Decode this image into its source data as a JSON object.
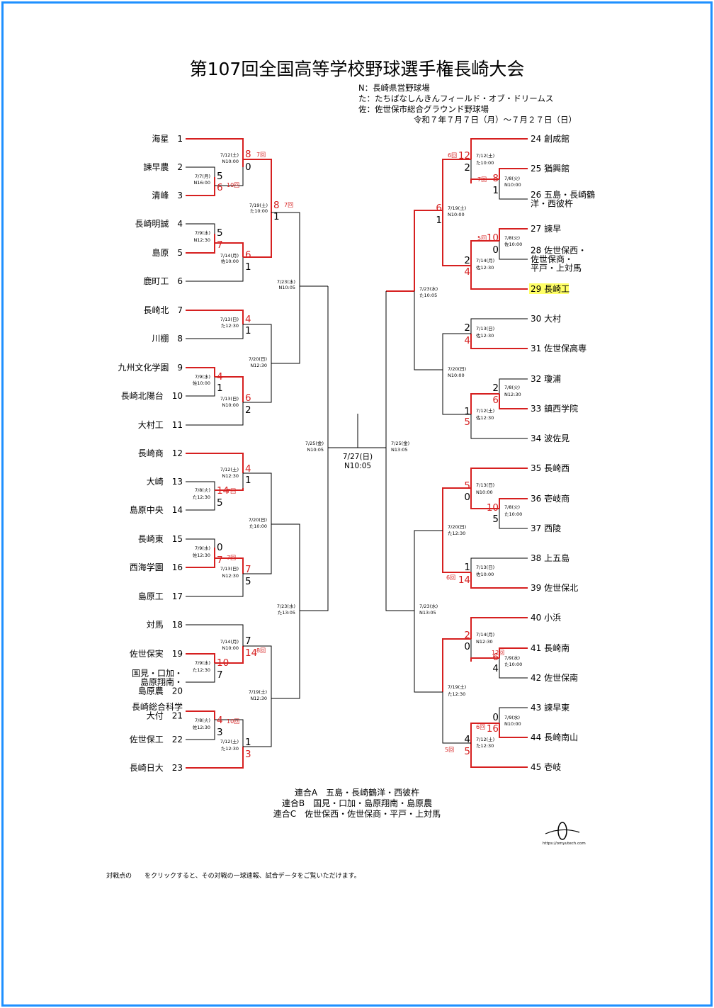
{
  "title": "第107回全国高等学校野球選手権長崎大会",
  "venues": [
    "N：長崎県営野球場",
    "た：たちばなしんきんフィールド・オブ・ドリームス",
    "佐：佐世保市総合グラウンド野球場"
  ],
  "period": "令和７年７月７日（月）～７月２７日（日）",
  "colors": {
    "win": "#d62020",
    "line": "#000000",
    "frame": "#1e90ff",
    "highlight": "#ffff66"
  },
  "left_teams": [
    {
      "no": "1",
      "name": "海星"
    },
    {
      "no": "2",
      "name": "諫早農"
    },
    {
      "no": "3",
      "name": "清峰"
    },
    {
      "no": "4",
      "name": "長崎明誠"
    },
    {
      "no": "5",
      "name": "島原"
    },
    {
      "no": "6",
      "name": "鹿町工"
    },
    {
      "no": "7",
      "name": "長崎北"
    },
    {
      "no": "8",
      "name": "川棚"
    },
    {
      "no": "9",
      "name": "九州文化学園"
    },
    {
      "no": "10",
      "name": "長崎北陽台"
    },
    {
      "no": "11",
      "name": "大村工"
    },
    {
      "no": "12",
      "name": "長崎商"
    },
    {
      "no": "13",
      "name": "大崎"
    },
    {
      "no": "14",
      "name": "島原中央"
    },
    {
      "no": "15",
      "name": "長崎東"
    },
    {
      "no": "16",
      "name": "西海学園"
    },
    {
      "no": "17",
      "name": "島原工"
    },
    {
      "no": "18",
      "name": "対馬"
    },
    {
      "no": "19",
      "name": "佐世保実"
    },
    {
      "no": "20",
      "name": "国見・口加・\n島原翔南・\n島原農"
    },
    {
      "no": "21",
      "name": "長崎総合科学\n大付"
    },
    {
      "no": "22",
      "name": "佐世保工"
    },
    {
      "no": "23",
      "name": "長崎日大"
    }
  ],
  "right_teams": [
    {
      "no": "24",
      "name": "創成館"
    },
    {
      "no": "25",
      "name": "猶興館"
    },
    {
      "no": "26",
      "name": "五島・長崎鶴\n洋・西彼杵"
    },
    {
      "no": "27",
      "name": "諫早"
    },
    {
      "no": "28",
      "name": "佐世保西・\n佐世保商・\n平戸・上対馬"
    },
    {
      "no": "29",
      "name": "長崎工"
    },
    {
      "no": "30",
      "name": "大村"
    },
    {
      "no": "31",
      "name": "佐世保高専"
    },
    {
      "no": "32",
      "name": "瓊浦"
    },
    {
      "no": "33",
      "name": "鎮西学院"
    },
    {
      "no": "34",
      "name": "波佐見"
    },
    {
      "no": "35",
      "name": "長崎西"
    },
    {
      "no": "36",
      "name": "壱岐商"
    },
    {
      "no": "37",
      "name": "西陵"
    },
    {
      "no": "38",
      "name": "上五島"
    },
    {
      "no": "39",
      "name": "佐世保北"
    },
    {
      "no": "40",
      "name": "小浜"
    },
    {
      "no": "41",
      "name": "長崎南"
    },
    {
      "no": "42",
      "name": "佐世保南"
    },
    {
      "no": "43",
      "name": "諫早東"
    },
    {
      "no": "44",
      "name": "長崎南山"
    },
    {
      "no": "45",
      "name": "壱岐"
    }
  ],
  "scores": [
    {
      "v": "8",
      "w": true
    },
    {
      "v": "0",
      "w": false
    },
    {
      "v": "5",
      "w": false
    },
    {
      "v": "6",
      "w": true
    },
    {
      "v": "8",
      "w": true
    },
    {
      "v": "1",
      "w": false
    },
    {
      "v": "5",
      "w": false
    },
    {
      "v": "7",
      "w": true
    },
    {
      "v": "6",
      "w": true
    },
    {
      "v": "1",
      "w": false
    },
    {
      "v": "4",
      "w": true
    },
    {
      "v": "1",
      "w": false
    },
    {
      "v": "4",
      "w": true
    },
    {
      "v": "1",
      "w": false
    },
    {
      "v": "6",
      "w": true
    },
    {
      "v": "2",
      "w": false
    },
    {
      "v": "4",
      "w": true
    },
    {
      "v": "1",
      "w": false
    },
    {
      "v": "14",
      "w": true
    },
    {
      "v": "5",
      "w": false
    },
    {
      "v": "0",
      "w": false
    },
    {
      "v": "7",
      "w": true
    },
    {
      "v": "7",
      "w": true
    },
    {
      "v": "5",
      "w": false
    },
    {
      "v": "7",
      "w": false
    },
    {
      "v": "14",
      "w": true
    },
    {
      "v": "10",
      "w": true
    },
    {
      "v": "7",
      "w": false
    },
    {
      "v": "4",
      "w": true
    },
    {
      "v": "3",
      "w": false
    },
    {
      "v": "1",
      "w": false
    },
    {
      "v": "3",
      "w": true
    },
    {
      "v": "6",
      "w": true
    },
    {
      "v": "1",
      "w": false
    },
    {
      "v": "12",
      "w": true
    },
    {
      "v": "2",
      "w": false
    },
    {
      "v": "8",
      "w": true
    },
    {
      "v": "1",
      "w": false
    },
    {
      "v": "10",
      "w": true
    },
    {
      "v": "0",
      "w": false
    },
    {
      "v": "2",
      "w": false
    },
    {
      "v": "4",
      "w": true
    },
    {
      "v": "2",
      "w": false
    },
    {
      "v": "4",
      "w": true
    },
    {
      "v": "2",
      "w": false
    },
    {
      "v": "6",
      "w": true
    },
    {
      "v": "1",
      "w": false
    },
    {
      "v": "5",
      "w": true
    },
    {
      "v": "5",
      "w": true
    },
    {
      "v": "0",
      "w": false
    },
    {
      "v": "10",
      "w": true
    },
    {
      "v": "5",
      "w": false
    },
    {
      "v": "1",
      "w": false
    },
    {
      "v": "14",
      "w": true
    },
    {
      "v": "2",
      "w": true
    },
    {
      "v": "0",
      "w": false
    },
    {
      "v": "6",
      "w": true
    },
    {
      "v": "4",
      "w": false
    },
    {
      "v": "0",
      "w": false
    },
    {
      "v": "16",
      "w": true
    },
    {
      "v": "4",
      "w": false
    },
    {
      "v": "5",
      "w": true
    }
  ],
  "game_notes": [
    "7回",
    "10回",
    "7回",
    "7回",
    "7回",
    "8回",
    "10回",
    "6回",
    "7回",
    "5回",
    "6回",
    "6回",
    "5回",
    "12回"
  ],
  "schedule": [
    "7/12(土)",
    "N10:00",
    "7/7(月)",
    "N16:00",
    "7/19(土)",
    "た10:00",
    "7/9(水)",
    "N12:30",
    "7/14(月)",
    "佐10:00",
    "7/23(水)",
    "N10:05",
    "7/13(日)",
    "た12:30",
    "7/20(日)",
    "N12:30",
    "7/9(水)",
    "佐10:00",
    "7/13(日)",
    "N10:00",
    "7/25(金)",
    "N10:05",
    "7/12(土)",
    "N12:30",
    "7/8(火)",
    "た12:30",
    "7/20(日)",
    "た10:00",
    "7/9(水)",
    "佐12:30",
    "7/13(日)",
    "N12:30",
    "7/23(水)",
    "た13:05",
    "7/14(月)",
    "N10:00",
    "7/9(水)",
    "た12:30",
    "7/19(土)",
    "N12:30",
    "7/8(火)",
    "佐12:30",
    "7/12(土)",
    "た12:30",
    "7/12(土)",
    "た10:00",
    "7/8(火)",
    "N10:00",
    "7/19(土)",
    "N10:00",
    "7/8(火)",
    "佐10:00",
    "7/14(月)",
    "佐12:30",
    "7/23(水)",
    "た10:05",
    "7/13(日)",
    "佐12:30",
    "7/20(日)",
    "N10:00",
    "7/8(火)",
    "N12:30",
    "7/12(土)",
    "佐12:30",
    "7/25(金)",
    "N13:05",
    "7/13(日)",
    "N10:00",
    "7/8(火)",
    "た10:00",
    "7/20(日)",
    "た12:30",
    "7/13(日)",
    "佐10:00",
    "7/23(水)",
    "N13:05",
    "7/14(月)",
    "N12:30",
    "7/9(水)",
    "た10:00",
    "7/19(土)",
    "た12:30",
    "7/9(水)",
    "N10:00",
    "7/12(土)",
    "た12:30"
  ],
  "final": {
    "date": "7/27(日)",
    "time": "N10:05"
  },
  "footnotes": [
    "連合A　五島・長崎鶴洋・西彼杵",
    "連合B　国見・口加・島原翔南・島原農",
    "連合C　佐世保西・佐世保商・平戸・上対馬"
  ],
  "legend": "対戦点の　　をクリックすると、その対戦の一球速報、試合データをご覧いただけます。",
  "logo_url": "https://omyutech.com"
}
